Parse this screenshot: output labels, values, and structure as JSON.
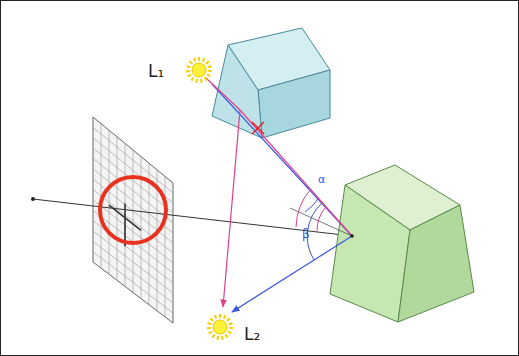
{
  "diagram": {
    "labels": [
      "L₁",
      "L₂",
      "α",
      "β"
    ]
  }
}
